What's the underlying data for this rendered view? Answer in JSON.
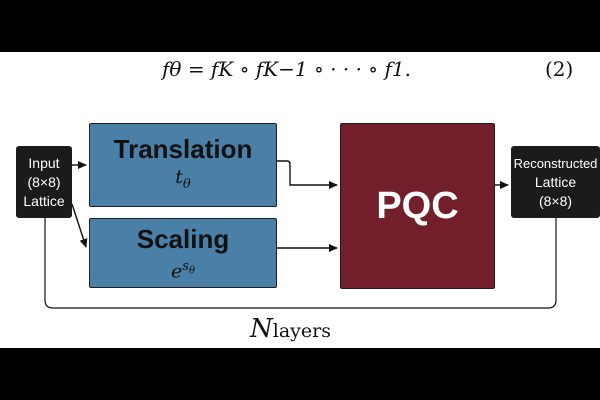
{
  "equation": {
    "lhs": "fθ",
    "rhs": "= fK ∘ fK−1 ∘ · · · ∘ f1.",
    "number": "(2)"
  },
  "nodes": {
    "input": {
      "lines": [
        "Input",
        "(8×8)",
        "Lattice"
      ]
    },
    "translation": {
      "title": "Translation",
      "symbol": "t",
      "symbol_sub": "θ"
    },
    "scaling": {
      "title": "Scaling",
      "symbol": "e",
      "symbol_sup": "s",
      "symbol_sup_sub": "θ"
    },
    "pqc": {
      "title": "PQC"
    },
    "output": {
      "lines": [
        "Reconstructed",
        "Lattice",
        "(8×8)"
      ]
    }
  },
  "loop": {
    "label_main": "N",
    "label_sub": "layers"
  },
  "colors": {
    "translation_scaling_fill": "#4a7fa7",
    "pqc_fill": "#731e2b",
    "terminal_fill": "#1b1b1b",
    "background": "#ffffff",
    "letterbox": "#000000"
  }
}
